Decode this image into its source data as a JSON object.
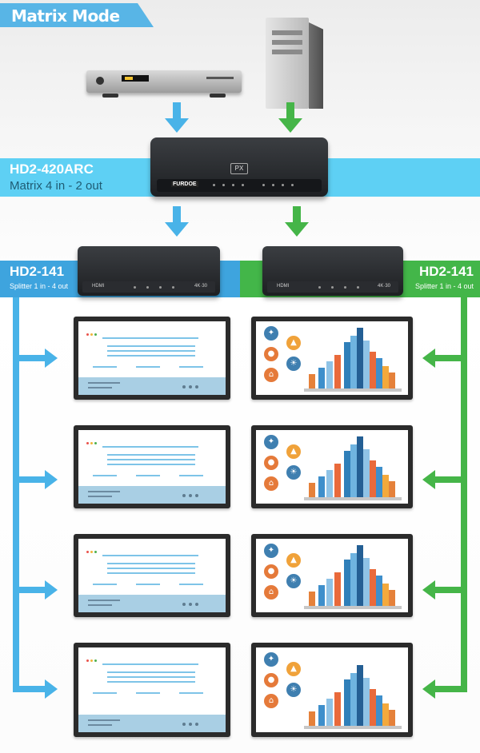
{
  "header": {
    "mode": "Matrix Mode"
  },
  "matrix": {
    "model": "HD2-420ARC",
    "description": "Matrix 4 in - 2 out",
    "brand": "FURDOE",
    "badge": "PX"
  },
  "splitter_left": {
    "model": "HD2-141",
    "description": "Splitter 1 in - 4 out",
    "port_label": "HDMI",
    "badge": "4K·30"
  },
  "splitter_right": {
    "model": "HD2-141",
    "description": "Splitter 1 in - 4 out",
    "port_label": "HDMI",
    "badge": "4K·30"
  },
  "colors": {
    "blue": "#3ea4de",
    "green": "#43b649",
    "cyan": "#5ed0f4",
    "tag": "#58b5e6"
  },
  "icons": [
    "network-icon",
    "graduation-cap-icon",
    "dog-icon",
    "lightbulb-icon",
    "home-icon"
  ]
}
